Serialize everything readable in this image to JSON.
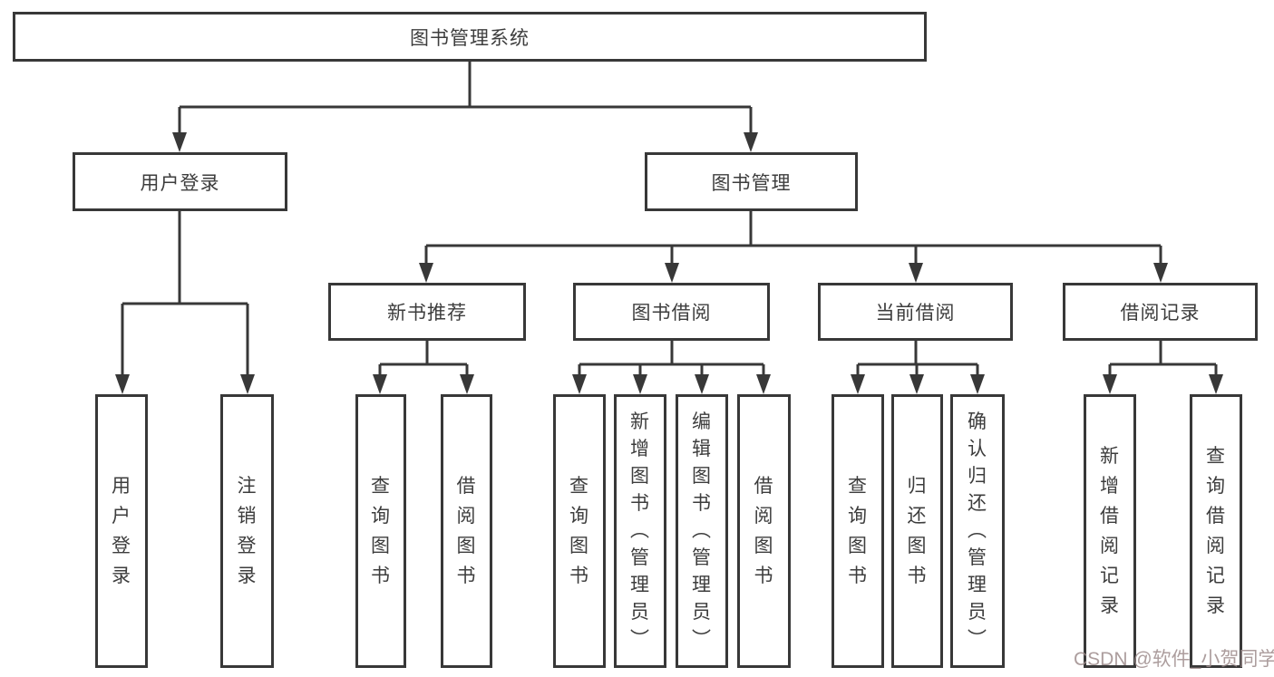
{
  "diagram": {
    "title": "图书管理系统",
    "colors": {
      "line": "#383838",
      "box_border": "#383838",
      "text": "#3d3d3d",
      "watermark": "#9e8d8d",
      "background": "#ffffff"
    },
    "nodes": {
      "root": {
        "label": "图书管理系统"
      },
      "user_login": {
        "label": "用户登录"
      },
      "book_mgmt": {
        "label": "图书管理"
      },
      "new_book_rec": {
        "label": "新书推荐"
      },
      "book_borrow": {
        "label": "图书借阅"
      },
      "current_borrow": {
        "label": "当前借阅"
      },
      "borrow_records": {
        "label": "借阅记录"
      },
      "login": {
        "label": "用户登录"
      },
      "logout": {
        "label": "注销登录"
      },
      "nb_query": {
        "label": "查询图书"
      },
      "nb_borrow": {
        "label": "借阅图书"
      },
      "bb_query": {
        "label": "查询图书"
      },
      "bb_add": {
        "label": "新增图书（管理员）"
      },
      "bb_edit": {
        "label": "编辑图书（管理员）"
      },
      "bb_borrow": {
        "label": "借阅图书"
      },
      "cb_query": {
        "label": "查询图书"
      },
      "cb_return": {
        "label": "归还图书"
      },
      "cb_confirm": {
        "label": "确认归还（管理员）"
      },
      "br_add": {
        "label": "新增借阅记录"
      },
      "br_query": {
        "label": "查询借阅记录"
      }
    },
    "edges": [
      [
        "root",
        "user_login"
      ],
      [
        "root",
        "book_mgmt"
      ],
      [
        "user_login",
        "login"
      ],
      [
        "user_login",
        "logout"
      ],
      [
        "book_mgmt",
        "new_book_rec"
      ],
      [
        "book_mgmt",
        "book_borrow"
      ],
      [
        "book_mgmt",
        "current_borrow"
      ],
      [
        "book_mgmt",
        "borrow_records"
      ],
      [
        "new_book_rec",
        "nb_query"
      ],
      [
        "new_book_rec",
        "nb_borrow"
      ],
      [
        "book_borrow",
        "bb_query"
      ],
      [
        "book_borrow",
        "bb_add"
      ],
      [
        "book_borrow",
        "bb_edit"
      ],
      [
        "book_borrow",
        "bb_borrow"
      ],
      [
        "current_borrow",
        "cb_query"
      ],
      [
        "current_borrow",
        "cb_return"
      ],
      [
        "current_borrow",
        "cb_confirm"
      ],
      [
        "borrow_records",
        "br_add"
      ],
      [
        "borrow_records",
        "br_query"
      ]
    ]
  },
  "watermark": {
    "text": "CSDN @软件_小贺同学"
  }
}
